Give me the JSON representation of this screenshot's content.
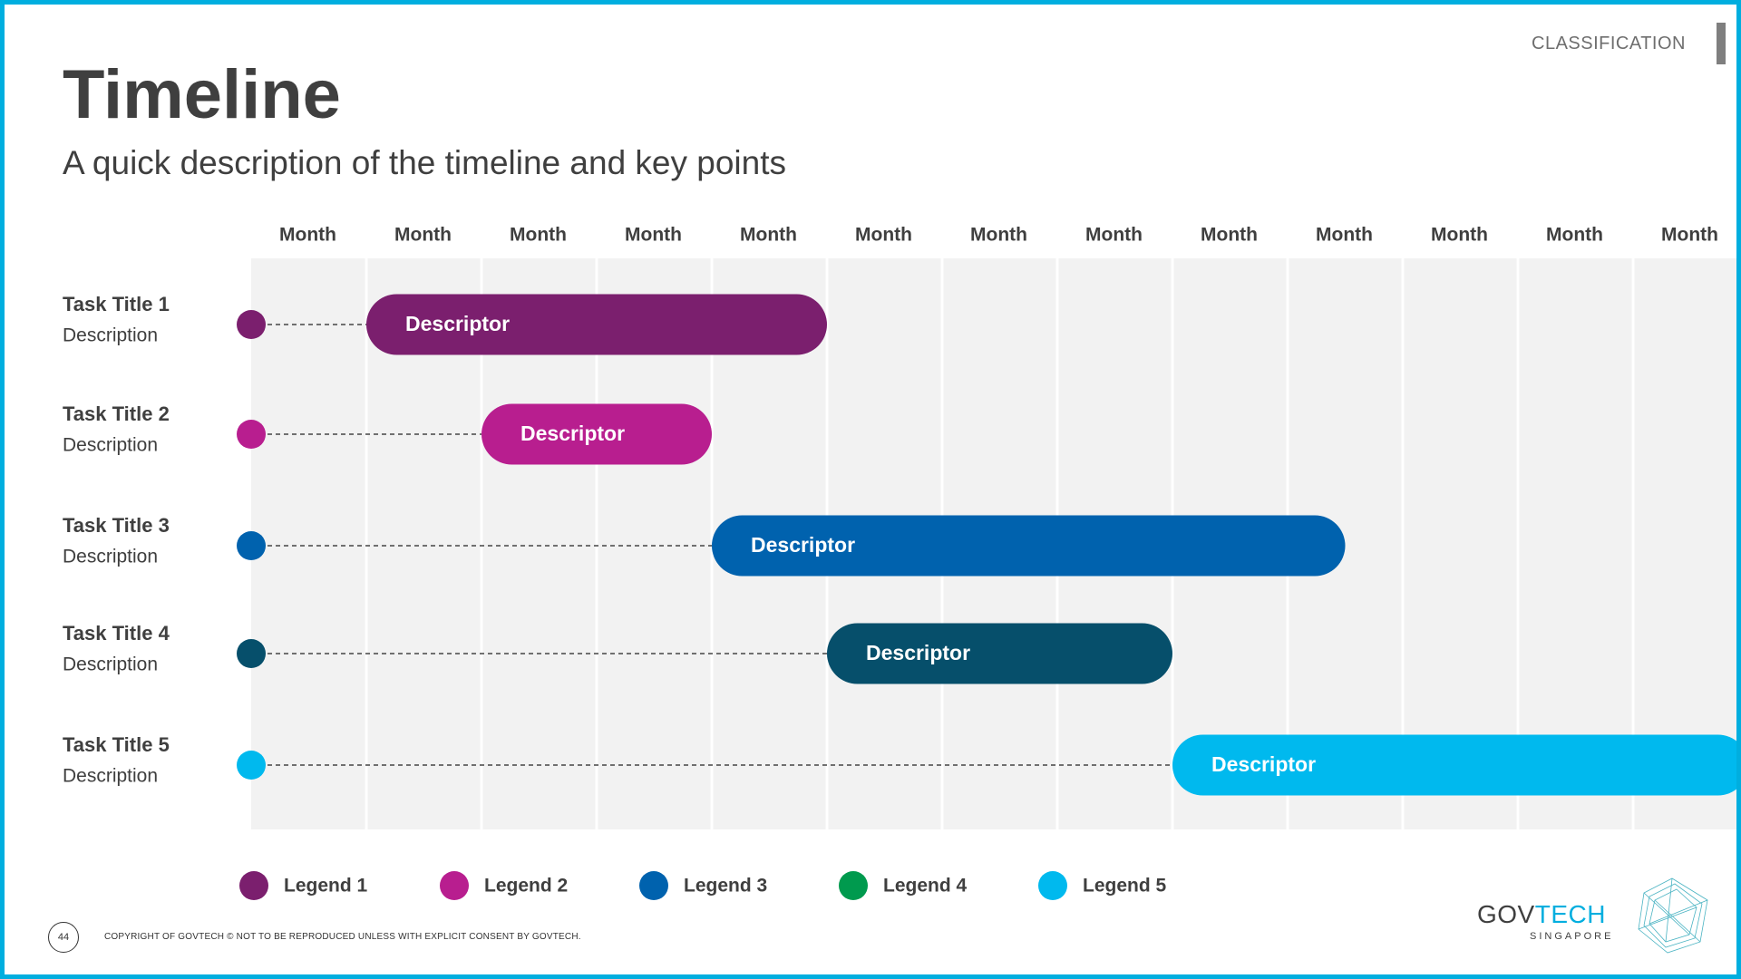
{
  "header": {
    "classification": "CLASSIFICATION",
    "title": "Timeline",
    "subtitle": "A quick description of the timeline and key points"
  },
  "footer": {
    "page_number": "44",
    "copyright": "COPYRIGHT OF GOVTECH © NOT TO BE REPRODUCED UNLESS WITH EXPLICIT CONSENT BY GOVTECH.",
    "logo_gov": "GOV",
    "logo_tech": "TECH",
    "logo_sub": "SINGAPORE"
  },
  "colors": {
    "frame": "#00aedf",
    "grid_bg": "#f2f2f2",
    "legend_1": "#7b1f6e",
    "legend_2": "#b81e8f",
    "legend_3": "#0062ae",
    "legend_4": "#009a4e",
    "legend_5": "#00b9ee",
    "task_4": "#064f6b"
  },
  "chart_data": {
    "type": "gantt",
    "columns": [
      "Month",
      "Month",
      "Month",
      "Month",
      "Month",
      "Month",
      "Month",
      "Month",
      "Month",
      "Month",
      "Month",
      "Month",
      "Month"
    ],
    "tasks": [
      {
        "title": "Task Title 1",
        "description": "Description",
        "label": "Descriptor",
        "start": 1,
        "end": 5,
        "color": "#7b1f6e"
      },
      {
        "title": "Task Title 2",
        "description": "Description",
        "label": "Descriptor",
        "start": 2,
        "end": 4,
        "color": "#b81e8f"
      },
      {
        "title": "Task Title 3",
        "description": "Description",
        "label": "Descriptor",
        "start": 4,
        "end": 9.5,
        "color": "#0062ae"
      },
      {
        "title": "Task Title 4",
        "description": "Description",
        "label": "Descriptor",
        "start": 5,
        "end": 8,
        "color": "#064f6b"
      },
      {
        "title": "Task Title 5",
        "description": "Description",
        "label": "Descriptor",
        "start": 8,
        "end": 13,
        "color": "#00b9ee"
      }
    ],
    "legend": [
      {
        "label": "Legend 1",
        "color": "#7b1f6e"
      },
      {
        "label": "Legend 2",
        "color": "#b81e8f"
      },
      {
        "label": "Legend 3",
        "color": "#0062ae"
      },
      {
        "label": "Legend 4",
        "color": "#009a4e"
      },
      {
        "label": "Legend 5",
        "color": "#00b9ee"
      }
    ]
  }
}
